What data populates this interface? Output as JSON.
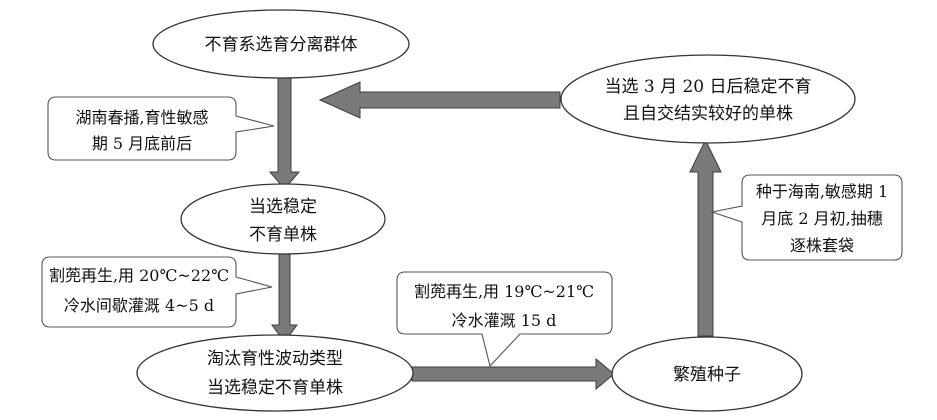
{
  "nodes": {
    "start": "不育系选育分离群体",
    "stable_line1": "当选稳定",
    "stable_line2": "不育单株",
    "eliminate_line1": "淘汰育性波动类型",
    "eliminate_line2": "当选稳定不育单株",
    "seed": "繁殖种子",
    "final_line1": "当选 3 月 20 日后稳定不育",
    "final_line2": "且自交结实较好的单株"
  },
  "notes": {
    "hunan_line1": "湖南春播,育性敏感",
    "hunan_line2": "期 5 月底前后",
    "regen1_line1": "割蔸再生,用 20℃~22℃",
    "regen1_line2": "冷水间歇灌溉 4~5 d",
    "regen2_line1": "割蔸再生,用 19℃~21℃",
    "regen2_line2": "冷水灌溉 15 d",
    "hainan_line1": "种于海南,敏感期 1",
    "hainan_line2": "月底 2 月初,抽穗",
    "hainan_line3": "逐株套袋"
  }
}
